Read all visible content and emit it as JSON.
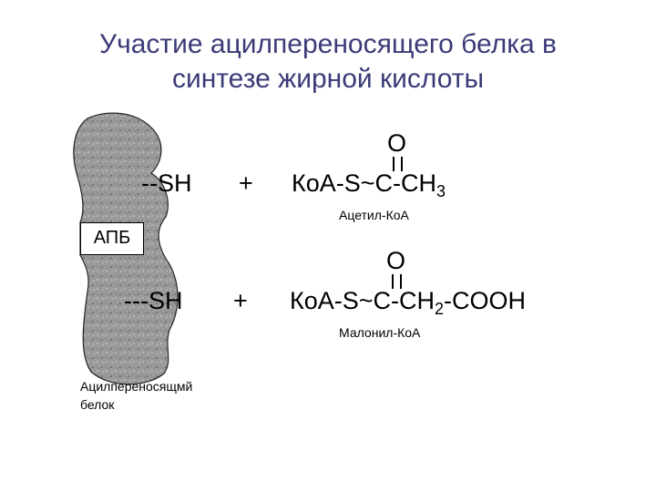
{
  "title": {
    "line1": "Участие ацилпереносящего белка в",
    "line2": "синтезе жирной кислоты"
  },
  "protein": {
    "box_label": "АПБ",
    "caption_line1": "Ацилпереносящмй",
    "caption_line2": "белок"
  },
  "reaction1": {
    "thiol": "--SH",
    "plus": "+",
    "oxygen": "O",
    "formula_main": "КоА-S~C-CH",
    "formula_sub": "3",
    "name": "Ацетил-КоА"
  },
  "reaction2": {
    "thiol": "---SH",
    "plus": "+",
    "oxygen": "O",
    "formula_main": "КоА-S~C-CH",
    "formula_sub": "2",
    "formula_tail": "-COOH",
    "name": "Малонил-КоА"
  }
}
